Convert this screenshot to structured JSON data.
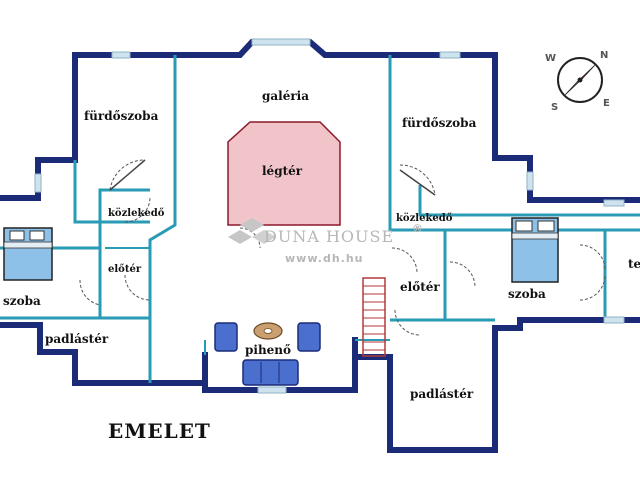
{
  "plan": {
    "floor_title": "EMELET",
    "rooms": {
      "galeria": "galéria",
      "legter": "légtér",
      "furdoszoba_left": "fürdőszoba",
      "furdoszoba_right": "fürdőszoba",
      "kozlekedo_left": "közlekedő",
      "kozlekedo_right": "közlekedő",
      "eloter_left": "előtér",
      "eloter_right": "előtér",
      "szoba_left": "szoba",
      "szoba_right": "szoba",
      "padlaster_left": "padlástér",
      "padlaster_right": "padlástér",
      "piheno": "pihenő",
      "terasz_cut": "te"
    },
    "colors": {
      "outer_wall": "#1c2b78",
      "inner_wall": "#2a9bb5",
      "void_fill": "#f0c4c8",
      "void_stroke": "#8b1a2a",
      "bed": "#8ec1e8",
      "furniture": "#4a6fcf"
    }
  },
  "watermark": {
    "brand": "DUNA HOUSE",
    "reg": "®",
    "url": "www.dh.hu"
  },
  "compass": {
    "icon": "compass-icon",
    "letters": [
      "N",
      "E",
      "S",
      "W"
    ]
  }
}
